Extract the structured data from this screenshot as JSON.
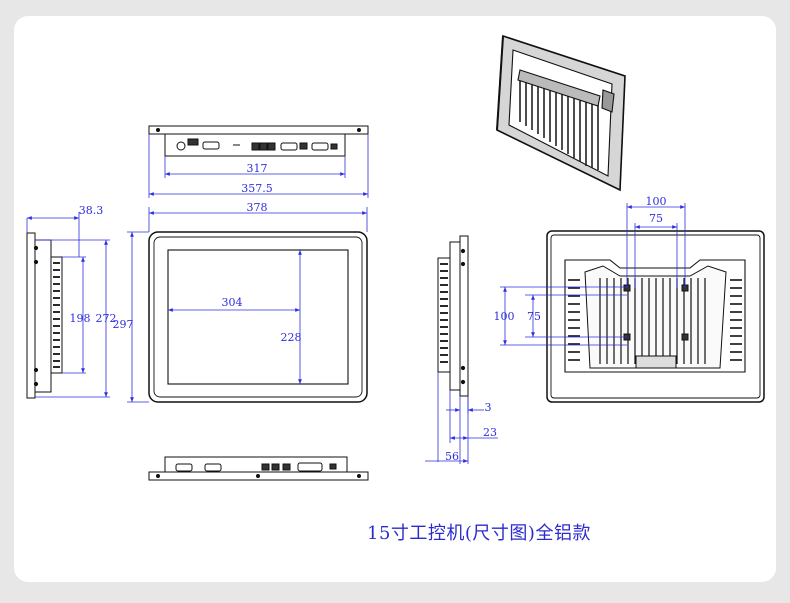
{
  "caption": "15寸工控机(尺寸图)全铝款",
  "dimensions": {
    "bottom_width_inner": "317",
    "bottom_width_outer": "357.5",
    "front_width": "378",
    "front_height": "297",
    "screen_width": "304",
    "screen_height": "228",
    "side_depth": "38.3",
    "side_bracket_height": "198",
    "side_height": "272",
    "side2_lip": "3",
    "side2_mid": "23",
    "side2_depth": "56",
    "hole_pattern_outer": "100",
    "hole_pattern_inner": "75",
    "hole_pattern_outer_v": "100",
    "hole_pattern_inner_v": "75"
  },
  "colors": {
    "dimension": "#2e2ee0",
    "line": "#111111",
    "background": "#e7e7e7",
    "sheet": "#ffffff"
  }
}
